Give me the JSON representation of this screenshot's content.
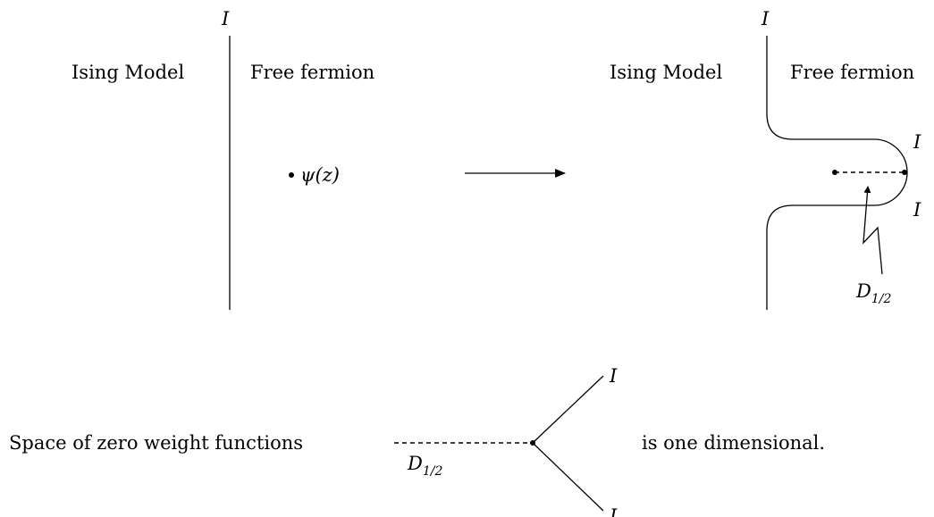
{
  "left_panel": {
    "defect_label": "I",
    "left_region": "Ising Model",
    "right_region": "Free fermion",
    "field_label": "ψ(z)"
  },
  "right_panel": {
    "defect_label_top": "I",
    "left_region": "Ising Model",
    "right_region": "Free fermion",
    "label_upper": "I",
    "label_lower": "I",
    "defect_main": "D",
    "defect_sub": "1/2"
  },
  "bottom": {
    "prefix": "Space of zero weight functions",
    "suffix": "is one dimensional.",
    "defect_main": "D",
    "defect_sub": "1/2",
    "branch_upper": "I",
    "branch_lower": "I"
  }
}
